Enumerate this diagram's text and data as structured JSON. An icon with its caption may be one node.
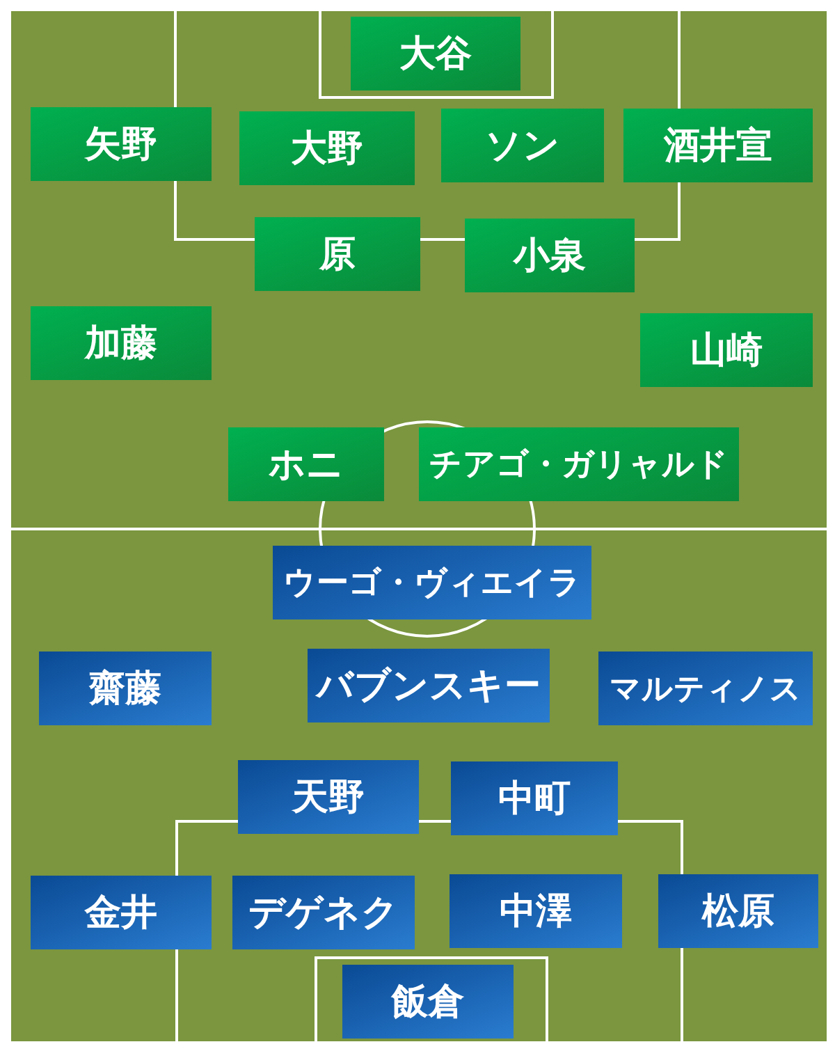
{
  "diagram": {
    "nodes": [
      {
        "text": [
          "大谷"
        ]
      },
      {
        "text": [
          "矢野"
        ]
      },
      {
        "text": [
          "大野"
        ]
      },
      {
        "text": [
          "ソン"
        ]
      },
      {
        "text": [
          "酒井宣"
        ]
      },
      {
        "text": [
          "原"
        ]
      },
      {
        "text": [
          "小泉"
        ]
      },
      {
        "text": [
          "加藤"
        ]
      },
      {
        "text": [
          "山崎"
        ]
      },
      {
        "text": [
          "ホニ"
        ]
      },
      {
        "text": [
          "チアゴ・ガリャルド"
        ]
      },
      {
        "text": [
          "ウーゴ・ヴィエイラ"
        ]
      },
      {
        "text": [
          "齋藤"
        ]
      },
      {
        "text": [
          "バブンスキー"
        ]
      },
      {
        "text": [
          "マルティノス"
        ]
      },
      {
        "text": [
          "天野"
        ]
      },
      {
        "text": [
          "中町"
        ]
      },
      {
        "text": [
          "金井"
        ]
      },
      {
        "text": [
          "デゲネク"
        ]
      },
      {
        "text": [
          "中澤"
        ]
      },
      {
        "text": [
          "松原"
        ]
      },
      {
        "text": [
          "飯倉"
        ]
      }
    ]
  }
}
